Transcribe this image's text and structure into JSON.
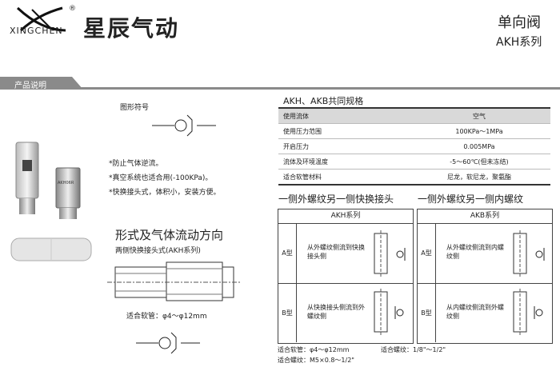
{
  "brand": {
    "name_cn": "星辰气动",
    "name_en": "XINGCHEN",
    "registered": "®"
  },
  "product": {
    "title": "单向阀",
    "series": "AKH系列"
  },
  "section_bar": {
    "label": "产品说明"
  },
  "symbol_label": "图形符号",
  "features": [
    "*防止气体逆流。",
    "*真空系统也适合用(-100KPa)。",
    "*快换接头式，体积小，安装方便。"
  ],
  "product_labels": {
    "small_fitting": "AKH06R"
  },
  "flow_section": {
    "title": "形式及气体流动方向",
    "subtitle": "两侧快换接头式(AKH系列)",
    "tube_note": "适合软管：φ4～φ12mm"
  },
  "spec": {
    "title": "AKH、AKB共同规格",
    "rows": [
      [
        "使用流体",
        "空气"
      ],
      [
        "使用压力范围",
        "100KPa～1MPa"
      ],
      [
        "开启压力",
        "0.005MPa"
      ],
      [
        "流体及环境温度",
        "-5～60℃(但未冻结)"
      ],
      [
        "适合软管材料",
        "尼龙，软尼龙，聚氨酯"
      ]
    ]
  },
  "left_group": {
    "heading": "一侧外螺纹另一侧快换接头",
    "series": "AKH系列",
    "rows": [
      {
        "type": "A型",
        "desc": "从外螺纹侧流到快换接头侧"
      },
      {
        "type": "B型",
        "desc": "从快换接头侧流到外螺纹侧"
      }
    ]
  },
  "right_group": {
    "heading": "一侧外螺纹另一侧内螺纹",
    "series": "AKB系列",
    "rows": [
      {
        "type": "A型",
        "desc": "从外螺纹侧流到内螺纹侧"
      },
      {
        "type": "B型",
        "desc": "从内螺纹侧流到外螺纹侧"
      }
    ]
  },
  "footer": {
    "tube": "适合软管：φ4～φ12mm",
    "thread1": "适合螺纹：1/8\"～1/2\"",
    "thread2": "适合螺纹：M5×0.8～1/2\""
  },
  "colors": {
    "bar_gray": "#8a8a8a",
    "header_gray": "#d9d9d9"
  }
}
